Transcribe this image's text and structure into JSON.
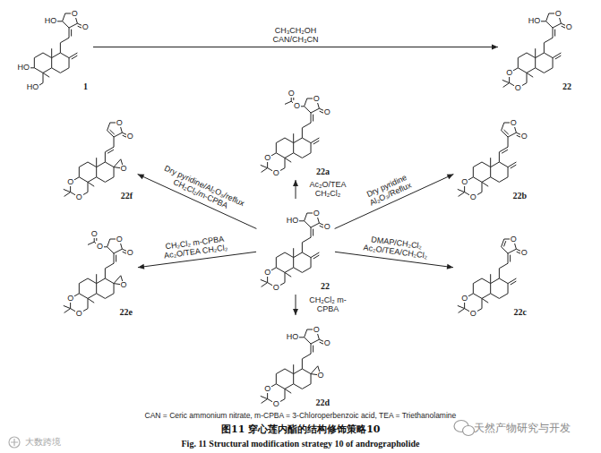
{
  "diagram": {
    "caption": "图11 穿心莲内酯的结构修饰策略10",
    "nodes": [
      {
        "text": [
          "1"
        ]
      },
      {
        "text": [
          "22"
        ]
      },
      {
        "text": [
          "22"
        ]
      },
      {
        "text": [
          "22a"
        ]
      },
      {
        "text": [
          "22b"
        ]
      },
      {
        "text": [
          "22c"
        ]
      },
      {
        "text": [
          "22d"
        ]
      },
      {
        "text": [
          "22e"
        ]
      },
      {
        "text": [
          "22f"
        ]
      }
    ],
    "edges": [
      {
        "from": 0,
        "to": 1,
        "arrow": "to",
        "label": "CH₃CH₂OH CAN/CH₃CN"
      },
      {
        "from": 2,
        "to": 3,
        "arrow": "to",
        "label": "Ac₂O/TEA CH₂Cl₂"
      },
      {
        "from": 2,
        "to": 4,
        "arrow": "to",
        "label": "Dry pyridine Al₂O₃/Reflux"
      },
      {
        "from": 2,
        "to": 5,
        "arrow": "to",
        "label": "DMAP/CH₂Cl₂ Ac₂O/TEA/CH₂Cl₂"
      },
      {
        "from": 2,
        "to": 6,
        "arrow": "to",
        "label": "CH₂Cl₂ m-CPBA"
      },
      {
        "from": 2,
        "to": 7,
        "arrow": "to",
        "label": "CH₂Cl₂ m-CPBA Ac₂O/TEA CH₂Cl₂"
      },
      {
        "from": 2,
        "to": 8,
        "arrow": "to",
        "label": "Dry pyridine/Al₂O₃/reflux CH₂Cl₂/m-CPBA"
      }
    ],
    "labels": [
      "HO",
      "O",
      "O",
      "HO",
      "HO",
      "HO",
      "O",
      "O",
      "O",
      "O",
      "HO",
      "O",
      "O",
      "O",
      "O",
      "O",
      "O",
      "O",
      "O",
      "O",
      "O",
      "O",
      "O",
      "O",
      "O",
      "O",
      "O",
      "O",
      "O",
      "HO",
      "O",
      "O",
      "O",
      "O",
      "O",
      "O",
      "O",
      "O",
      "O",
      "O",
      "O",
      "O",
      "O",
      "O",
      "O",
      "O",
      "O",
      "CAN = Ceric ammonium nitrate, m-CPBA = 3-Chloroperbenzoic acid, TEA = Triethanolamine",
      "Fig. 11 Structural modification strategy 10 of andrographolide",
      "天然产物研究与开发",
      "大数跨境"
    ]
  }
}
